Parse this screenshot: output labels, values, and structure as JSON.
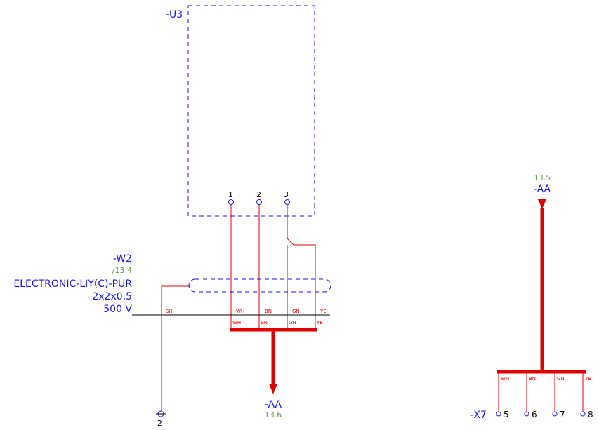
{
  "device": {
    "tag": "-U3",
    "pins": [
      "1",
      "2",
      "3"
    ]
  },
  "cable": {
    "tag": "-W2",
    "ref": "/13.4",
    "type": "ELECTRONIC-LIY(C)-PUR",
    "spec": "2x2x0,5",
    "voltage": "500 V",
    "shield": "SH",
    "cores_top": [
      "WH",
      "BN",
      "GN",
      "YE"
    ],
    "cores_bottom": [
      "WH",
      "BN",
      "GN",
      "YE"
    ]
  },
  "ground": {
    "label": "2"
  },
  "bus_down": {
    "tag": "-AA",
    "ref": "13.6"
  },
  "bus_up": {
    "tag": "-AA",
    "ref": "13.5"
  },
  "terminal": {
    "tag": "-X7",
    "cores": [
      "WH",
      "BN",
      "GN",
      "YE"
    ],
    "numbers": [
      "5",
      "6",
      "7",
      "8"
    ]
  },
  "colors": {
    "wire": "#e00000",
    "device": "#1a1ae6",
    "reference": "#6f9a4a"
  }
}
